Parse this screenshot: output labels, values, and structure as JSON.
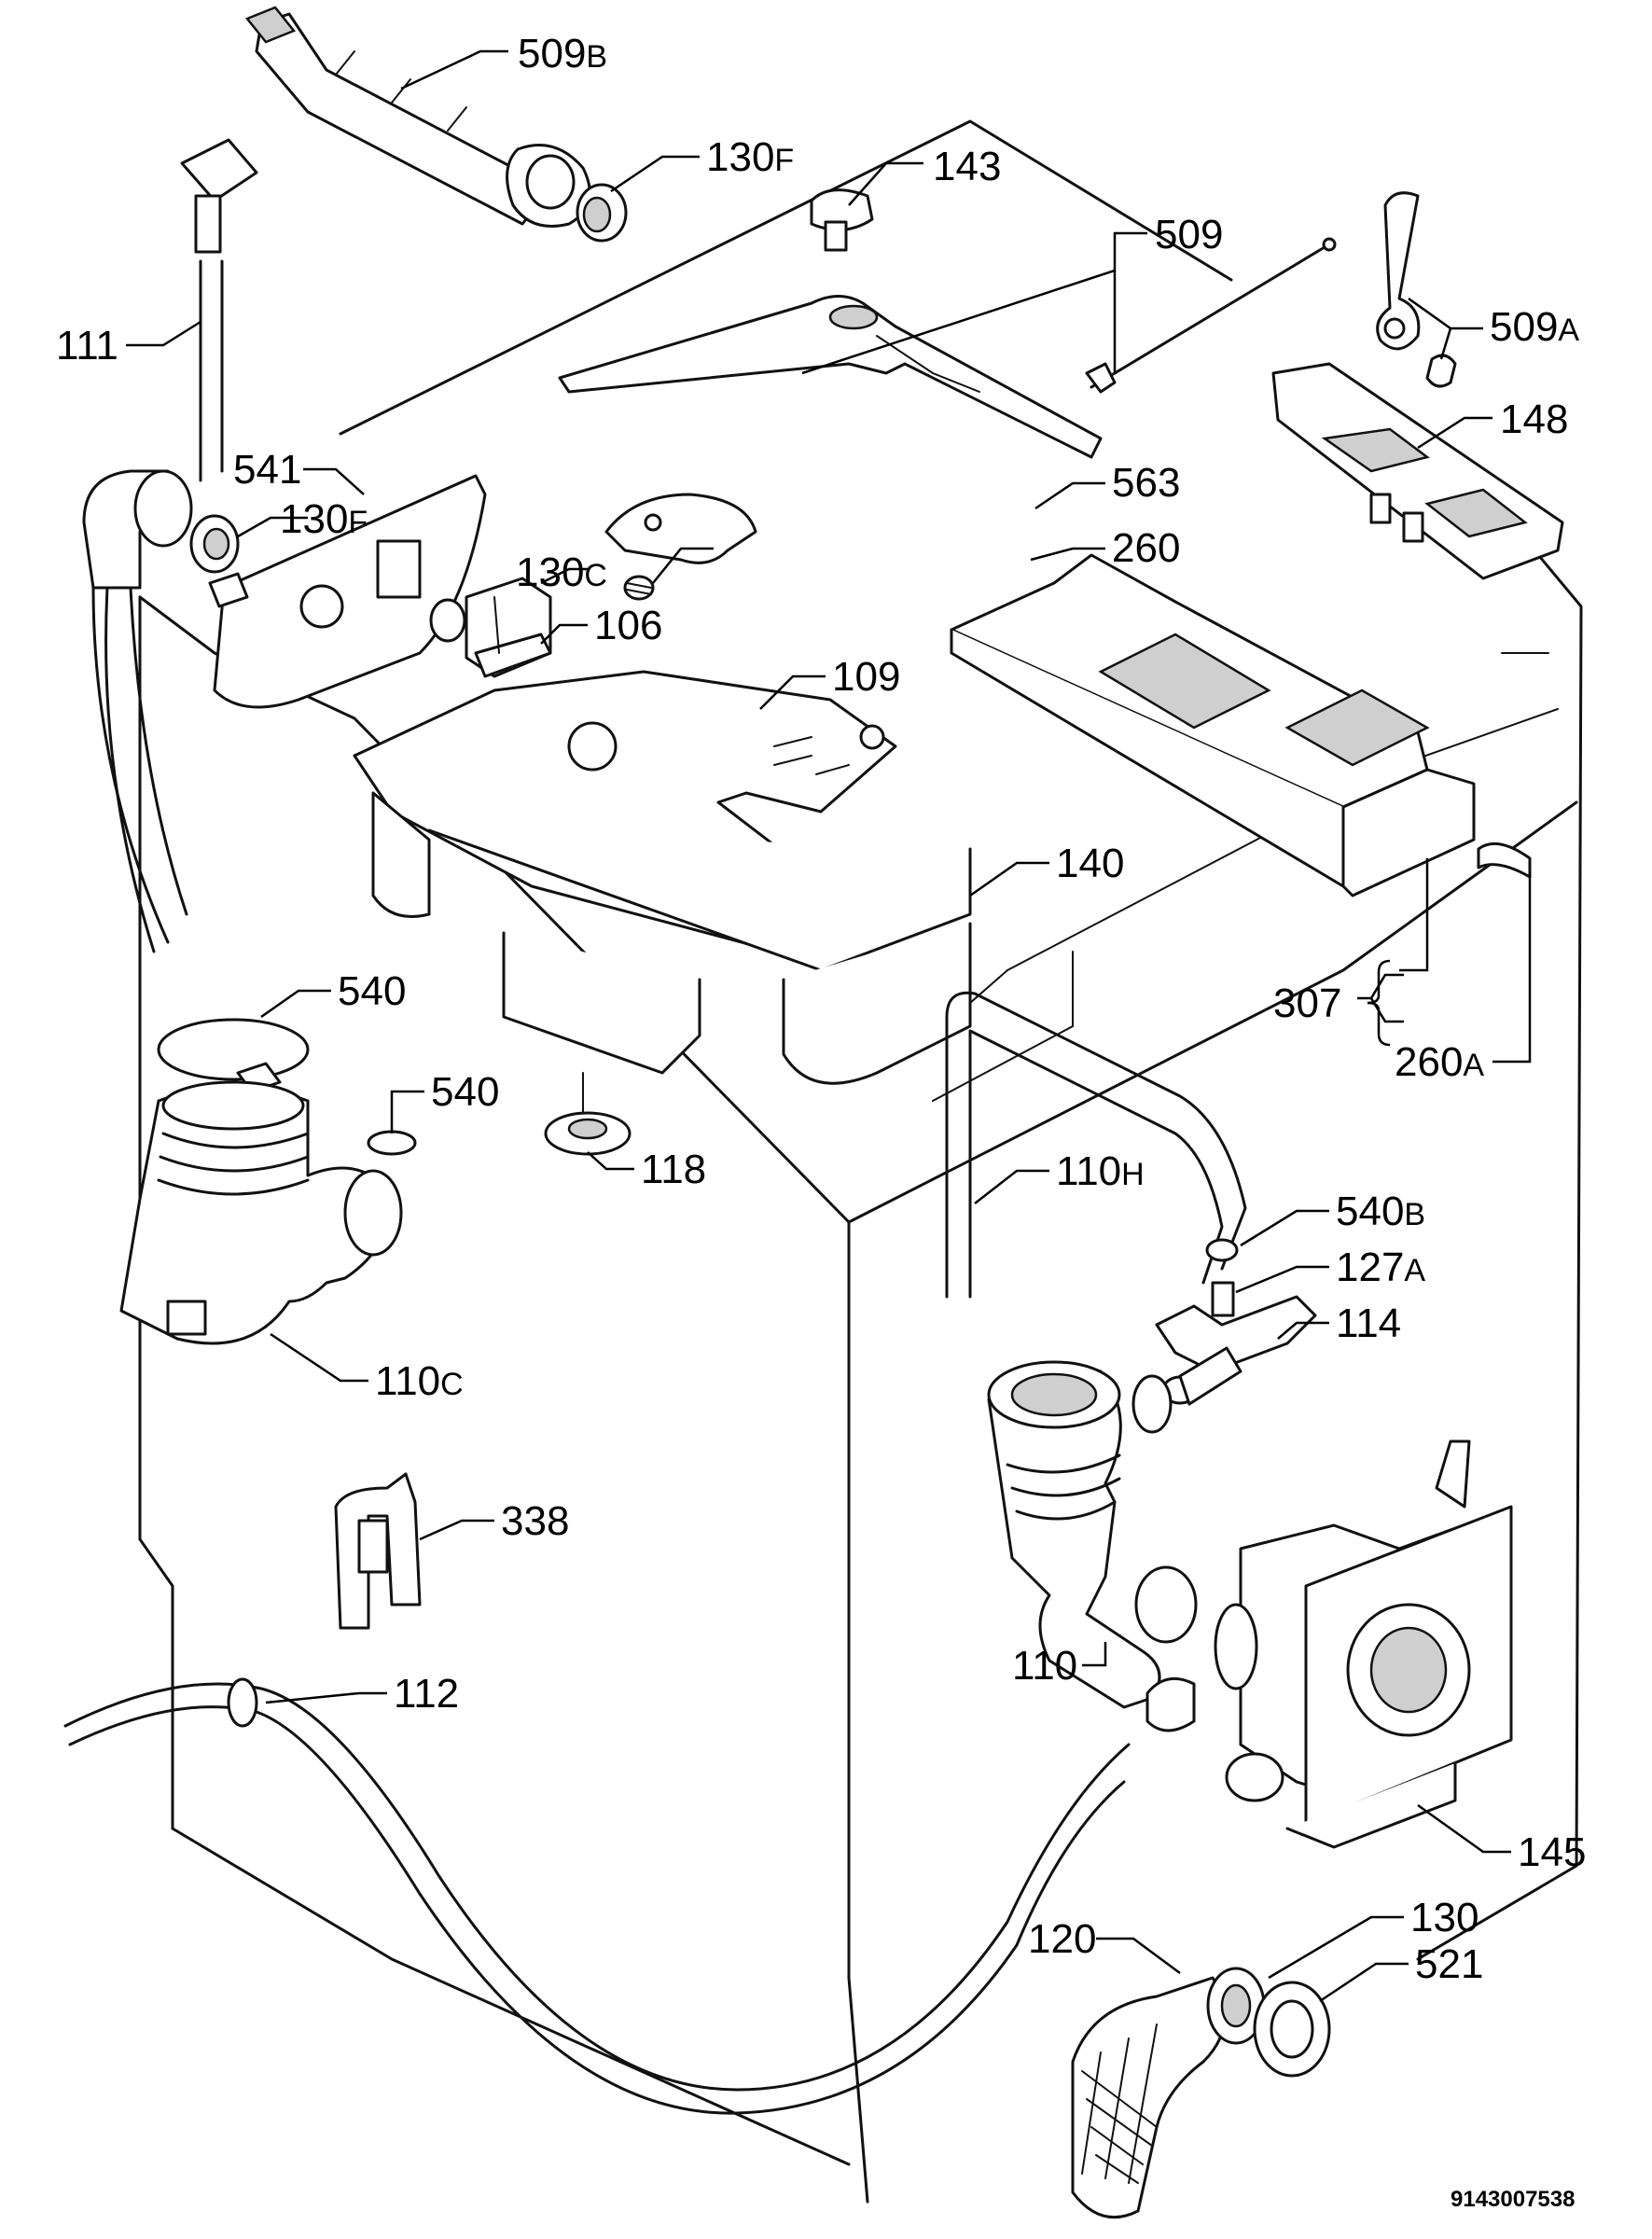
{
  "labels": [
    {
      "id": "509b",
      "num": "509",
      "suffix": "B"
    },
    {
      "id": "130f-top",
      "num": "130",
      "suffix": "F"
    },
    {
      "id": "143",
      "num": "143",
      "suffix": ""
    },
    {
      "id": "509",
      "num": "509",
      "suffix": ""
    },
    {
      "id": "509a",
      "num": "509",
      "suffix": "A"
    },
    {
      "id": "111",
      "num": "111",
      "suffix": ""
    },
    {
      "id": "148",
      "num": "148",
      "suffix": ""
    },
    {
      "id": "541",
      "num": "541",
      "suffix": ""
    },
    {
      "id": "563",
      "num": "563",
      "suffix": ""
    },
    {
      "id": "130f-mid",
      "num": "130",
      "suffix": "F"
    },
    {
      "id": "260",
      "num": "260",
      "suffix": ""
    },
    {
      "id": "130c",
      "num": "130",
      "suffix": "C"
    },
    {
      "id": "106",
      "num": "106",
      "suffix": ""
    },
    {
      "id": "109",
      "num": "109",
      "suffix": ""
    },
    {
      "id": "140",
      "num": "140",
      "suffix": ""
    },
    {
      "id": "540-a",
      "num": "540",
      "suffix": ""
    },
    {
      "id": "307",
      "num": "307",
      "suffix": ""
    },
    {
      "id": "260a",
      "num": "260",
      "suffix": "A"
    },
    {
      "id": "540-b",
      "num": "540",
      "suffix": ""
    },
    {
      "id": "118",
      "num": "118",
      "suffix": ""
    },
    {
      "id": "110h",
      "num": "110",
      "suffix": "H"
    },
    {
      "id": "540b",
      "num": "540",
      "suffix": "B"
    },
    {
      "id": "127a",
      "num": "127",
      "suffix": "A"
    },
    {
      "id": "114",
      "num": "114",
      "suffix": ""
    },
    {
      "id": "110c",
      "num": "110",
      "suffix": "C"
    },
    {
      "id": "338",
      "num": "338",
      "suffix": ""
    },
    {
      "id": "110",
      "num": "110",
      "suffix": ""
    },
    {
      "id": "112",
      "num": "112",
      "suffix": ""
    },
    {
      "id": "145",
      "num": "145",
      "suffix": ""
    },
    {
      "id": "130",
      "num": "130",
      "suffix": ""
    },
    {
      "id": "120",
      "num": "120",
      "suffix": ""
    },
    {
      "id": "521",
      "num": "521",
      "suffix": ""
    }
  ],
  "document_number": "9143007538"
}
